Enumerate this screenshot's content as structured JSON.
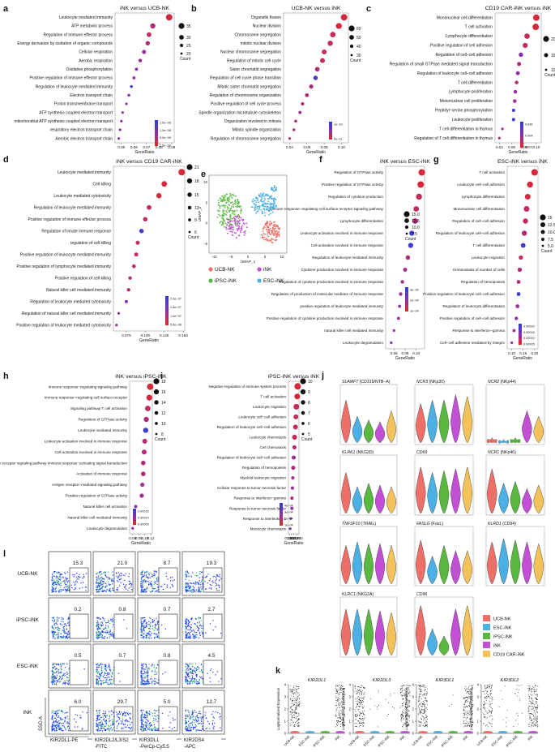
{
  "colors": {
    "dot_red": "#e8281e",
    "dot_mid": "#8b2fb0",
    "dot_blue": "#2a3fd6",
    "ucb": "#ee6f68",
    "esc": "#4bb0e3",
    "ipsc": "#58b83f",
    "ink": "#c24fd4",
    "car": "#f3c25a",
    "flow_blue": "#1f3cff"
  },
  "enrich_panels": [
    {
      "letter": "a",
      "title": "iNK versus UCB-NK",
      "xlabel": "GeneRatio",
      "xticks": [
        "0.05",
        "0.06",
        "0.07",
        "0.08",
        "0.09"
      ],
      "xmin": 0.045,
      "xmax": 0.092,
      "terms": [
        "Leukocyte mediated immunity",
        "ATP metabolic process",
        "Regulation of immune effector process",
        "Energy derivation by oxidation of organic compounds",
        "Cellular respiration",
        "Aerobic respiration",
        "Oxidative phosphorylation",
        "Positive regulation of immune effector process",
        "Regulation of leukocyte mediated immunity",
        "Electron transport chain",
        "Proton transmembrane transport",
        "ATP synthesis coupled electron transport",
        "mitochondrial ATP synthesis coupled electron transport",
        "respiratory electron transport chain",
        "Aerobic electron transport chain"
      ],
      "ratio": [
        0.088,
        0.075,
        0.072,
        0.071,
        0.068,
        0.065,
        0.062,
        0.06,
        0.058,
        0.056,
        0.054,
        0.051,
        0.05,
        0.049,
        0.048
      ],
      "size": [
        35,
        30,
        28,
        27,
        26,
        24,
        22,
        22,
        21,
        21,
        20,
        20,
        20,
        20,
        20
      ],
      "padj": [
        0.1,
        0.3,
        0.2,
        0.3,
        0.4,
        0.4,
        0.5,
        0.4,
        0.9,
        0.5,
        0.5,
        0.5,
        0.5,
        0.5,
        0.5
      ],
      "count_legend": [
        "35",
        "30",
        "25",
        "20"
      ],
      "count_title": "Count",
      "p_legend": [
        "1.5e−08",
        "1.0e−08",
        "5.0e−09",
        "2.5e−09"
      ]
    },
    {
      "letter": "b",
      "title": "UCB-NK versus iNK",
      "xlabel": "GeneRatio",
      "xticks": [
        "0.04",
        "0.06",
        "0.08",
        "0.10"
      ],
      "xmin": 0.033,
      "xmax": 0.108,
      "terms": [
        "Organelle fission",
        "Nuclear division",
        "Chromosome segregation",
        "mitotic nuclear division",
        "Nuclear chromosome segregation",
        "Regulation of mitotic cell cycle",
        "Sister chromatid segregation",
        "Regulation of cell cycle phase transition",
        "Mitotic sister chromatid segregation",
        "Regulation of chromosome organization",
        "Positive regulation of cell cycle process",
        "Spindle organization microtubule cytoskeleton",
        "Organization involved in mitosis",
        "Mitotic spindle organization",
        "Regulation of chromosome segregation"
      ],
      "ratio": [
        0.103,
        0.097,
        0.09,
        0.087,
        0.08,
        0.078,
        0.072,
        0.07,
        0.065,
        0.06,
        0.055,
        0.052,
        0.047,
        0.045,
        0.04
      ],
      "size": [
        60,
        55,
        50,
        48,
        45,
        44,
        42,
        40,
        38,
        34,
        30,
        28,
        25,
        24,
        22
      ],
      "padj": [
        0.1,
        0.1,
        0.2,
        0.2,
        0.2,
        0.2,
        0.3,
        0.9,
        0.3,
        0.3,
        0.3,
        0.4,
        0.3,
        0.3,
        0.3
      ],
      "count_legend": [
        "60",
        "50",
        "40",
        "30"
      ],
      "count_title": "Count",
      "p_legend": [
        "1e−10",
        "5e−11"
      ]
    },
    {
      "letter": "c",
      "title": "CD19 CAR-iNK versus iNK",
      "xlabel": "GeneRatio",
      "xticks": [
        "0.04",
        "0.06",
        "0.08",
        "0.10"
      ],
      "xmin": 0.033,
      "xmax": 0.108,
      "terms": [
        "Mononuclear cell differentiation",
        "T cell activation",
        "Lymphocyte differentiation",
        "Positive regulation of cell adhesion",
        "Regulation of cell−cell adhesion",
        "Regulation of small GTPase mediated signal transduction",
        "Regulation of leukocyte cell−cell adhesion",
        "T cell differentiation",
        "Lymphocyte proliferation",
        "Mononuclear cell proliferation",
        "Peptidyl−serine phosphorylation",
        "Leukocyte proliferation",
        "T cell differentiation in thymus",
        "Regulation of T cell differentiation in thymus"
      ],
      "ratio": [
        0.1,
        0.099,
        0.085,
        0.082,
        0.075,
        0.072,
        0.07,
        0.068,
        0.066,
        0.065,
        0.063,
        0.063,
        0.045,
        0.04
      ],
      "size": [
        20,
        20,
        17,
        16,
        14,
        13,
        13,
        12,
        12,
        12,
        11,
        11,
        9,
        9
      ],
      "padj": [
        0.1,
        0.1,
        0.2,
        0.2,
        0.5,
        0.3,
        0.5,
        0.3,
        0.4,
        0.4,
        0.9,
        0.9,
        0.3,
        0.3
      ],
      "count_legend": [
        "20",
        "15",
        "10"
      ],
      "count_title": "Count",
      "p_legend": [
        "0.006",
        "0.004",
        "0.002"
      ]
    },
    {
      "letter": "d",
      "title": "iNK versus CD19 CAR-iNK",
      "xlabel": "GeneRatio",
      "xticks": [
        "0.075",
        "0.100",
        "0.125",
        "0.150"
      ],
      "xmin": 0.058,
      "xmax": 0.152,
      "terms": [
        "Leukocyte mediated immunity",
        "Cell killing",
        "Leukocyte mediated cytotoxicity",
        "Regulation of leukocyte mediated immunity",
        "Positive regulation of immune effector process",
        "Regulation of innate immune response",
        "regulation of cell killing",
        "Positive regulation of leukocyte mediated immunity",
        "Positive regulation of lymphocyte mediated immunity",
        "Positive regulation of cell killing",
        "Natural killer cell mediated immunity",
        "Regulation of leukocyte mediated cytotoxicity",
        "Regulation of natural killer cell mediated immunity",
        "Positive regulation of leukocyte mediated cytotoxicity"
      ],
      "ratio": [
        0.148,
        0.125,
        0.118,
        0.105,
        0.1,
        0.095,
        0.09,
        0.088,
        0.085,
        0.08,
        0.078,
        0.075,
        0.065,
        0.062
      ],
      "size": [
        21,
        18,
        17,
        15,
        14,
        14,
        13,
        13,
        12,
        11,
        11,
        10,
        8,
        8
      ],
      "padj": [
        0.1,
        0.1,
        0.1,
        0.2,
        0.2,
        0.9,
        0.2,
        0.2,
        0.2,
        0.3,
        0.3,
        0.5,
        0.4,
        0.4
      ],
      "count_legend": [
        "21",
        "18",
        "15",
        "12",
        "9",
        "6"
      ],
      "count_title": "Count",
      "p_legend": [
        "2.0e−07",
        "1.5e−07",
        "1.0e−07",
        "5.0e−08"
      ]
    },
    {
      "letter": "f",
      "title": "iNK  versus ESC-iNK",
      "xlabel": "GeneRatio",
      "xticks": [
        "0.06",
        "0.08",
        "0.10"
      ],
      "xmin": 0.045,
      "xmax": 0.115,
      "terms": [
        "Regulation of GTPase activity",
        "Positive regulation of GTPase activity",
        "Regulation of cytokine production",
        "Immune response−regulating cell surface receptor signaling pathway",
        "Lymphocyte differentiation",
        "Leukocyte activation involved in immune response",
        "Cell activation involved in immune response",
        "Regulation of leukocyte mediated immunity",
        "Cytokine production involved in immune response",
        "Regulation of cytokine production involved in immune response",
        "Regulation of production of molecular mediator of immune response",
        "positive regulation of leukocyte mediated immunity",
        "Positive regulation of cytokine production involved in immune response",
        "natural killer cell mediated immunity",
        "Leukocyte degranulation"
      ],
      "ratio": [
        0.11,
        0.108,
        0.105,
        0.1,
        0.098,
        0.092,
        0.09,
        0.085,
        0.08,
        0.075,
        0.072,
        0.07,
        0.068,
        0.06,
        0.055
      ],
      "size": [
        15,
        15,
        14,
        13,
        13,
        12,
        12,
        11,
        10,
        9,
        9,
        8,
        8,
        7,
        7
      ],
      "padj": [
        0.1,
        0.1,
        0.2,
        0.2,
        0.3,
        0.9,
        0.9,
        0.3,
        0.4,
        0.4,
        0.4,
        0.5,
        0.4,
        0.5,
        0.5
      ],
      "count_legend": [
        "15.0",
        "12.5",
        "10.0",
        "7.5"
      ],
      "count_title": "Count",
      "p_legend": [
        "3e−04",
        "2e−04",
        "1e−04"
      ]
    },
    {
      "letter": "g",
      "title": "ESC-iNK versus iNK",
      "xlabel": "GeneRatio",
      "xticks": [
        "0.10",
        "0.15",
        "0.20"
      ],
      "xmin": 0.08,
      "xmax": 0.215,
      "terms": [
        "T cell activation",
        "Leukocyte cell−cell adhesion",
        "Lymphocyte differentiation",
        "Mononuclear cell differentiation",
        "Regulation of cell−cell adhesion",
        "Regulation of leukocyte cell−cell adhesion",
        "T cell differentiation",
        "Leukocyte migration",
        "Homeostasis of number of cells",
        "Regulation of hemopoiesis",
        "Positive regulation of leukocyte cell−cell adhesion",
        "Regulation of leukocyte differentiation",
        "Positive regulation of cell−cell adhesion",
        "Response to interferon−gamma",
        "Cell−cell adhesion mediated by integrin"
      ],
      "ratio": [
        0.2,
        0.18,
        0.17,
        0.165,
        0.16,
        0.155,
        0.15,
        0.14,
        0.135,
        0.13,
        0.13,
        0.125,
        0.12,
        0.11,
        0.1
      ],
      "size": [
        15,
        14,
        13,
        13,
        12,
        12,
        11,
        10,
        10,
        9,
        9,
        9,
        8,
        7,
        6
      ],
      "padj": [
        0.1,
        0.1,
        0.1,
        0.2,
        0.2,
        0.3,
        0.9,
        0.2,
        0.3,
        0.3,
        0.9,
        0.4,
        0.5,
        0.4,
        0.4
      ],
      "count_legend": [
        "15",
        "12.5",
        "10.0",
        "7.5",
        "5.0"
      ],
      "count_title": "Count",
      "p_legend": [
        "0.00020",
        "0.00015",
        "0.00010",
        "0.00005"
      ]
    },
    {
      "letter": "h",
      "title": "iNK  versus iPSC-iNK",
      "xlabel": "GeneRatio",
      "xticks": [
        "0.06",
        "0.08",
        "0.10",
        "0.12"
      ],
      "xmin": 0.05,
      "xmax": 0.125,
      "terms": [
        "Immune response−regulating signaling pathway",
        "Immune response−regulating cell surface receptor",
        "Signaling pathway T cell activation",
        "Regulation of GTPase activity",
        "Leukocyte mediated immunity",
        "Leukocyte activation involved in immune response",
        "Cell activation involved in immune response",
        "Immune response−activating cell surface receptor signaling pathway immune response−activating signal transduction",
        "Activation of immune response",
        "Antigen receptor−mediated signaling pathway",
        "Positive regulation of GTPase activity",
        "Natural killer cell activation",
        "Natural killer cell mediated immunity",
        "Leukocyte degranulation"
      ],
      "ratio": [
        0.118,
        0.115,
        0.11,
        0.105,
        0.103,
        0.1,
        0.098,
        0.095,
        0.095,
        0.092,
        0.09,
        0.07,
        0.065,
        0.06
      ],
      "size": [
        18,
        16,
        15,
        14,
        14,
        13,
        13,
        12,
        12,
        11,
        11,
        8,
        7,
        6
      ],
      "padj": [
        0.1,
        0.1,
        0.2,
        0.3,
        0.9,
        0.3,
        0.3,
        0.3,
        0.3,
        0.4,
        0.4,
        0.5,
        0.5,
        0.5
      ],
      "count_legend": [
        "18",
        "16",
        "14",
        "12",
        "10",
        "8"
      ],
      "count_title": "Count",
      "p_legend": [
        "0.00015",
        "0.00010",
        "0.00005"
      ]
    },
    {
      "letter": "i",
      "title": "iPSC-iNK versus iNK",
      "xlabel": "GeneRatio",
      "xticks": [
        "0.100",
        "0.125",
        "0.150",
        "0.175",
        "0.200"
      ],
      "xmin": 0.09,
      "xmax": 0.21,
      "terms": [
        "Negative regulation of immune system process",
        "T cell activation",
        "Leukocyte migration",
        "Leukocyte cell−cell adhesion",
        "Regulation of leukocyte cell−cell adhesion",
        "Leukocyte chemotaxis",
        "Cell chemotaxis",
        "Regulation of leukocyte cell−cell adhesion",
        "Regulation of hemopoiesis",
        "Myeloid leukocyte migration",
        "Cellular response to tumor necrosis factor",
        "Response to interferon−gamma",
        "Response to tumor necrosis factor",
        "Response to interleukin−1",
        "Monocyte chemotaxis"
      ],
      "ratio": [
        0.195,
        0.19,
        0.18,
        0.175,
        0.17,
        0.16,
        0.158,
        0.15,
        0.145,
        0.14,
        0.135,
        0.13,
        0.13,
        0.115,
        0.11
      ],
      "size": [
        10,
        9,
        9,
        8,
        8,
        8,
        7,
        7,
        7,
        6,
        6,
        6,
        6,
        5,
        5
      ],
      "padj": [
        0.1,
        0.1,
        0.2,
        0.2,
        0.2,
        0.2,
        0.3,
        0.4,
        0.3,
        0.4,
        0.4,
        0.3,
        0.5,
        0.5,
        0.6
      ],
      "count_legend": [
        "10",
        "9",
        "8",
        "7",
        "6",
        "5"
      ],
      "count_title": "Count",
      "p_legend": [
        "4e−04",
        "3e−04",
        "2e−04",
        "1e−04"
      ]
    }
  ],
  "umap": {
    "letter": "e",
    "xlabel": "UMAP_1",
    "ylabel": "UMAP_2",
    "xticks": [
      "−10",
      "−5",
      "0",
      "5",
      "10"
    ],
    "yticks": [
      "10",
      "5",
      "0",
      "−5"
    ],
    "legend": [
      "UCB-NK",
      "iNK",
      "iPSC-iNK",
      "ESC-iNK"
    ]
  },
  "violin": {
    "letter": "j",
    "genes": [
      {
        "name": "SLAMF7",
        "extra": " (CD319/NTB−A)",
        "italic_extra": false
      },
      {
        "name": "NCR3",
        "extra": " (NKp30)"
      },
      {
        "name": "NCR2",
        "extra": " (NKp44)"
      },
      {
        "name": "KLRK1",
        "extra": " (NKG2D)"
      },
      {
        "name": "CD69",
        "extra": ""
      },
      {
        "name": "NCR1",
        "extra": " (NKp46)"
      },
      {
        "name": "TNFSF10",
        "extra": " (TRAIL)"
      },
      {
        "name": "FASLG",
        "extra": " (FasL)"
      },
      {
        "name": "KLRD1",
        "extra": " (CD94)"
      },
      {
        "name": "KLRC1",
        "extra": " (NKG2A)"
      },
      {
        "name": "CD96",
        "extra": ""
      }
    ],
    "legend": [
      "UCB-NK",
      "ESC-iNK",
      "iPSC-iNK",
      "iNK",
      "CD19 CAR-iNK"
    ],
    "levels": [
      [
        2.4,
        1.5,
        1.3,
        1.2,
        1.8
      ],
      [
        2.2,
        2.4,
        2.4,
        2.7,
        2.6
      ],
      [
        0.3,
        0.2,
        0.3,
        1.8,
        1.5
      ],
      [
        2.3,
        1.5,
        1.7,
        1.6,
        1.5
      ],
      [
        2.6,
        2.3,
        2.4,
        2.5,
        2.6
      ],
      [
        2.5,
        1.7,
        1.8,
        1.4,
        1.6
      ],
      [
        2.2,
        2.4,
        2.3,
        2.3,
        2.2
      ],
      [
        2.5,
        1.6,
        2.2,
        1.9,
        1.9
      ],
      [
        2.4,
        2.6,
        2.5,
        2.4,
        2.3
      ],
      [
        2.6,
        2.6,
        2.6,
        2.5,
        2.4
      ],
      [
        2.8,
        1.5,
        1.1,
        2.6,
        2.8
      ]
    ]
  },
  "flow": {
    "letter": "l",
    "rows": [
      "UCB-NK",
      "iPSC-iNK",
      "ESC-iNK",
      "iNK"
    ],
    "cols": [
      "KIR2DL1-PE",
      "KIR2DL2/L3/S2\n-FITC",
      "KIR3DL1\n-PerCp-Cy5.5",
      "KIR2DS4\n-APC"
    ],
    "col_lines": [
      [
        "KIR2DL1-PE"
      ],
      [
        "KIR2DL2/L3/S2",
        "-FITC"
      ],
      [
        "KIR3DL1",
        "-PerCp-Cy5.5"
      ],
      [
        "KIR2DS4",
        "-APC"
      ]
    ],
    "ylabel": "SSC-A",
    "values": [
      [
        "15.3",
        "21.0",
        "8.7",
        "19.3"
      ],
      [
        "0.2",
        "0.8",
        "0.7",
        "2.7"
      ],
      [
        "0.5",
        "0.7",
        "0.8",
        "4.5"
      ],
      [
        "6.0",
        "29.7",
        "5.0",
        "12.7"
      ]
    ],
    "percent": [
      [
        15.3,
        21.0,
        8.7,
        19.3
      ],
      [
        0.2,
        0.8,
        0.7,
        2.7
      ],
      [
        0.5,
        0.7,
        0.8,
        4.5
      ],
      [
        6.0,
        29.7,
        5.0,
        12.7
      ]
    ]
  },
  "kir": {
    "letter": "k",
    "genes": [
      "KIR2DL1",
      "KIR2DL3",
      "KIR3DL1",
      "KIR3DL2"
    ],
    "groups": [
      "UCB-NK",
      "ESC-iNK",
      "iPSC-iNK",
      "iNK"
    ],
    "ylabel": "LogNormalized Expression",
    "yticks": [
      "0",
      "1",
      "2",
      "3",
      "4"
    ],
    "presence": [
      [
        1,
        0,
        0,
        1
      ],
      [
        1,
        0.05,
        0.05,
        1
      ],
      [
        1,
        0,
        0.02,
        1
      ],
      [
        0.7,
        0.05,
        0.1,
        1
      ]
    ]
  }
}
